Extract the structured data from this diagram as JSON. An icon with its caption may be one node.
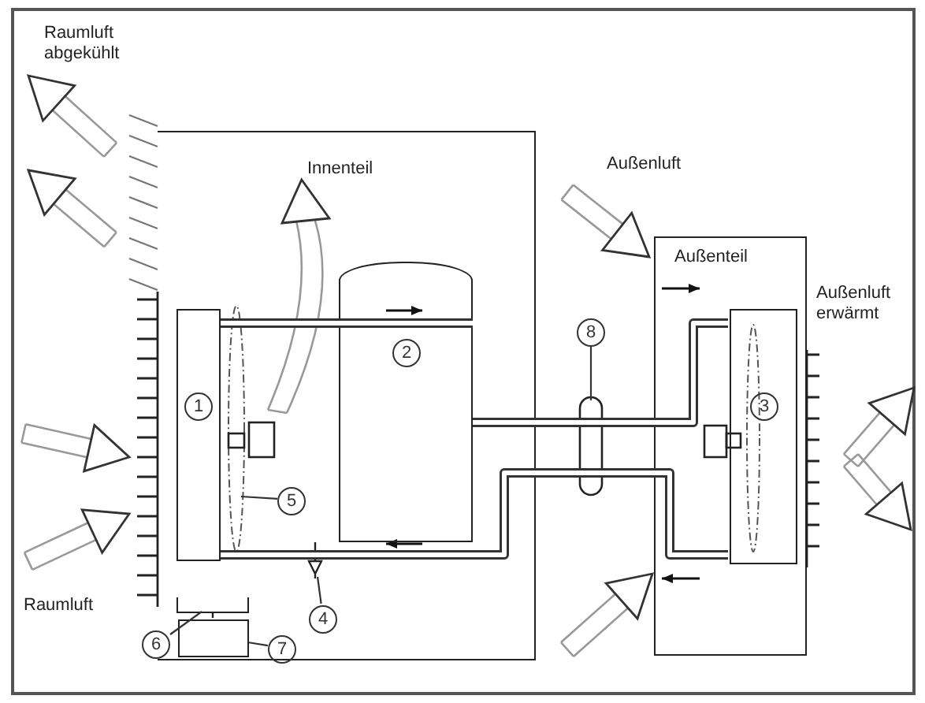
{
  "diagram": {
    "nodes": [
      {
        "text": [
          "Innenteil"
        ]
      },
      {
        "text": [
          "1"
        ],
        "in": 0
      },
      {
        "text": [
          "2"
        ],
        "in": 0
      },
      {
        "text": [
          "Außenteil"
        ]
      },
      {
        "text": [
          "3"
        ],
        "in": 3
      },
      {
        "text": [
          "8"
        ]
      },
      {
        "text": [
          "5"
        ],
        "in": 0
      },
      {
        "text": [
          "4"
        ],
        "in": 0
      },
      {
        "text": [
          "6"
        ]
      },
      {
        "text": [
          "7"
        ],
        "in": 0
      },
      {
        "text": [],
        "shape": "box",
        "in": 0
      },
      {
        "text": [],
        "shape": "triangle",
        "in": 0
      },
      {
        "text": [],
        "shape": "bar",
        "in": 0
      }
    ],
    "edges": [
      {
        "from": 5,
        "to": null,
        "arrow": "none"
      },
      {
        "from": 6,
        "to": null,
        "arrow": "none"
      },
      {
        "from": 7,
        "to": 11,
        "arrow": "none"
      },
      {
        "from": 8,
        "to": 12,
        "arrow": "none"
      },
      {
        "from": 9,
        "to": 10,
        "arrow": "none"
      },
      {
        "from": 1,
        "to": 2,
        "arrow": "none",
        "style": "thick"
      },
      {
        "from": 2,
        "to": 4,
        "arrow": "none",
        "style": "thick"
      },
      {
        "from": 4,
        "to": 1,
        "arrow": "none",
        "style": "thick"
      }
    ],
    "labels": [
      "Raumluft abgekühlt",
      "Außenluft",
      "Außenluft erwärmt",
      "Raumluft"
    ]
  }
}
